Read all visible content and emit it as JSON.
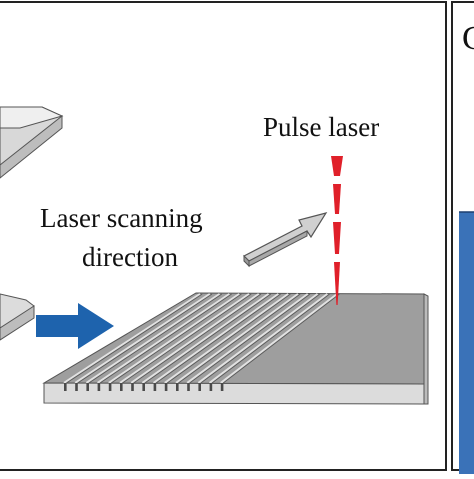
{
  "labels": {
    "pulse_laser": "Pulse laser",
    "scanning_line1": "Laser scanning",
    "scanning_line2": "direction",
    "panel_letter": "C"
  },
  "colors": {
    "plate_top": "#9e9e9e",
    "plate_front": "#d9d9d9",
    "groove_light": "#e2e2e2",
    "groove_dark": "#5c5c5c",
    "laser_red": "#e0202a",
    "process_arrow": "#1e63ad",
    "panel_blue": "#3a72b8",
    "frame": "#222222"
  },
  "icons": {
    "process_arrow": "right-arrow-icon",
    "scan_arrow": "3d-direction-arrow-icon",
    "laser_beam": "laser-beam-icon"
  }
}
